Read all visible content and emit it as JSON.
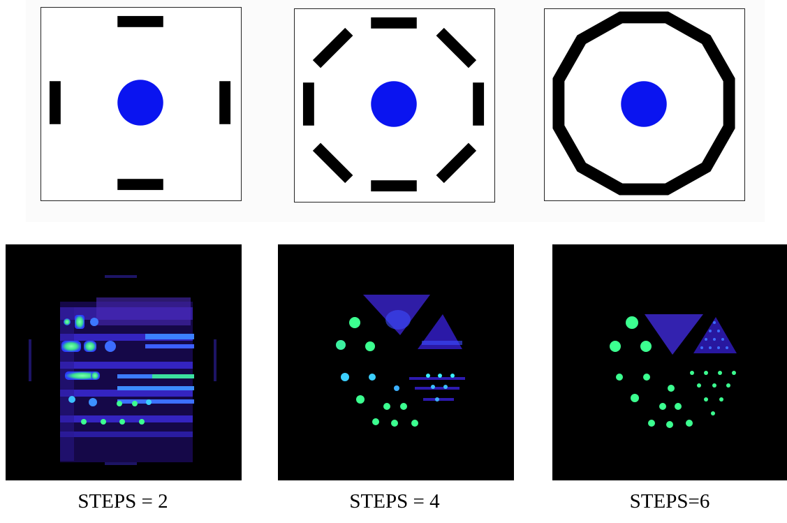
{
  "panels": [
    {
      "caption": "STEPS = 2"
    },
    {
      "caption": "STEPS = 4"
    },
    {
      "caption": "STEPS=6"
    }
  ],
  "colors": {
    "detector": "#000000",
    "source": "#0a14f0",
    "recon_background": "#000000",
    "recon_low": "#2a10a8",
    "recon_mid": "#3c4cff",
    "recon_high": "#3cff8c"
  }
}
